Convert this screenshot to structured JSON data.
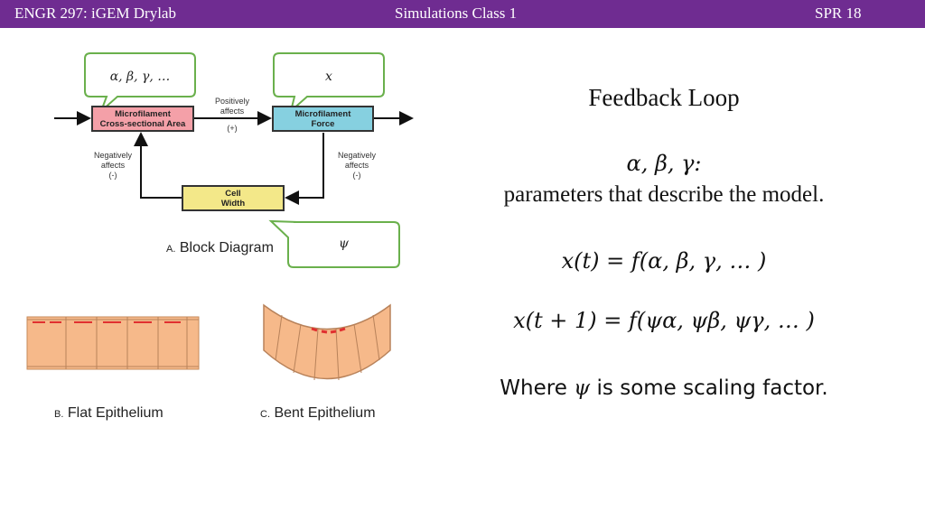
{
  "header": {
    "left": "ENGR 297: iGEM Drylab",
    "center": "Simulations Class 1",
    "right": "SPR 18"
  },
  "diagram": {
    "box_area_line1": "Microfilament",
    "box_area_line2": "Cross-sectional Area",
    "box_force_line1": "Microfilament",
    "box_force_line2": "Force",
    "box_cell_line1": "Cell",
    "box_cell_line2": "Width",
    "pos_line1": "Positively",
    "pos_line2": "affects",
    "pos_sign": "(+)",
    "neg_left_line1": "Negatively",
    "neg_left_line2": "affects",
    "neg_left_sign": "(-)",
    "neg_right_line1": "Negatively",
    "neg_right_line2": "affects",
    "neg_right_sign": "(-)",
    "caption_a_letter": "A.",
    "caption_a": "Block Diagram",
    "caption_b_letter": "B.",
    "caption_b": "Flat Epithelium",
    "caption_c_letter": "C.",
    "caption_c": "Bent Epithelium"
  },
  "callouts": {
    "params": "α, β, γ, …",
    "x": "x",
    "psi": "ψ"
  },
  "content": {
    "title": "Feedback Loop",
    "params_symbols": "α, β, γ:",
    "params_desc": "parameters that describe the model.",
    "eq1": "x(t) = f(α, β, γ, … )",
    "eq2": "x(t + 1) = f(ψα, ψβ, ψγ, … )",
    "where_pre": "Where ",
    "where_sym": "ψ",
    "where_post": " is some scaling factor."
  },
  "colors": {
    "header_bg": "#6f2c91",
    "callout_border": "#6ab04c",
    "area_box": "#f4a0a8",
    "force_box": "#86d0e0",
    "cell_box": "#f3e889",
    "epithelium_fill": "#f6b98a",
    "filament": "#e03030"
  }
}
